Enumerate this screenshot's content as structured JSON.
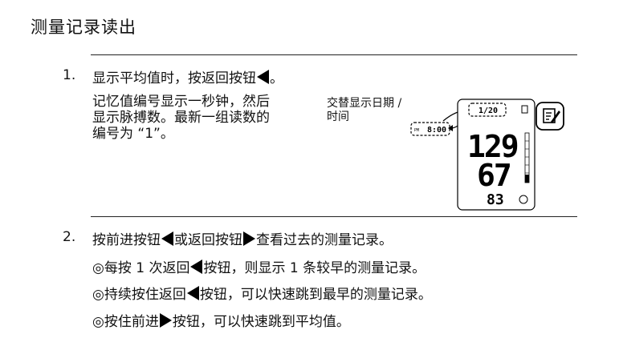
{
  "title": "测量记录读出",
  "step1": {
    "number": "1.",
    "text_before": "显示平均值时，按返回按钮",
    "text_after": "。",
    "para_lines": [
      "记忆值编号显示一秒钟，然后",
      "显示脉搏数。最新一组读数的",
      "编号为 “1”。"
    ]
  },
  "callout": {
    "line1": "交替显示日期 /",
    "line2": "时间"
  },
  "display": {
    "date": "1/20",
    "time": "8:00",
    "time_prefix": "PM",
    "systolic": "129",
    "diastolic": "67",
    "pulse": "83"
  },
  "step2": {
    "number": "2.",
    "part1": "按前进按钮",
    "part2": "或返回按钮",
    "part3": "查看过去的测量记录。"
  },
  "bullets": [
    {
      "before": "◎每按 1 次返回",
      "after": "按钮，则显示 1 条较早的测量记录。"
    },
    {
      "before": "◎持续按住返回",
      "after": "按钮，可以快速跳到最早的测量记录。"
    },
    {
      "before": "◎按住前进",
      "after": "按钮，可以快速跳到平均值。"
    }
  ],
  "icons": {
    "memo": "memo-pencil-icon",
    "back_button": "triangle-left-icon",
    "forward_button": "triangle-right-icon"
  }
}
